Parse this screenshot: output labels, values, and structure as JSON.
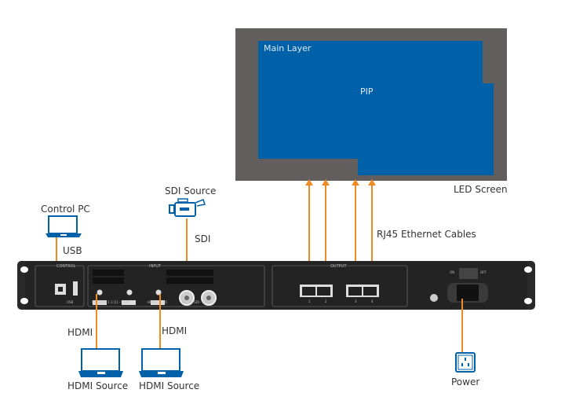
{
  "screen": {
    "label": "LED Screen",
    "main_layer_label": "Main Layer",
    "pip_label": "PIP",
    "screen_color": "#625e5e",
    "layer_color": "#0061a8"
  },
  "cables": {
    "rj45_label": "RJ45 Ethernet Cables",
    "usb_label": "USB",
    "sdi_label": "SDI",
    "hdmi_label_1": "HDMI",
    "hdmi_label_2": "HDMI",
    "cable_color": "#f08a24"
  },
  "devices": {
    "control_pc": "Control PC",
    "sdi_source": "SDI Source",
    "hdmi_source_1": "HDMI Source",
    "hdmi_source_2": "HDMI Source",
    "power": "Power"
  },
  "panel": {
    "control_label": "CONTROL",
    "input_label": "INPUT",
    "output_label": "OUTPUT",
    "usb_port_label": "USB",
    "hdmi1_label": "IN - HDMI 1.3 [1] - LOOP",
    "hdmi2_label": "HDMI 1.3 [2]",
    "sdi_label": "IN - 3G SDI - LOOP",
    "output_ports": [
      "1",
      "2",
      "3",
      "4"
    ],
    "switch_on": "ON",
    "switch_off": "OFF"
  }
}
